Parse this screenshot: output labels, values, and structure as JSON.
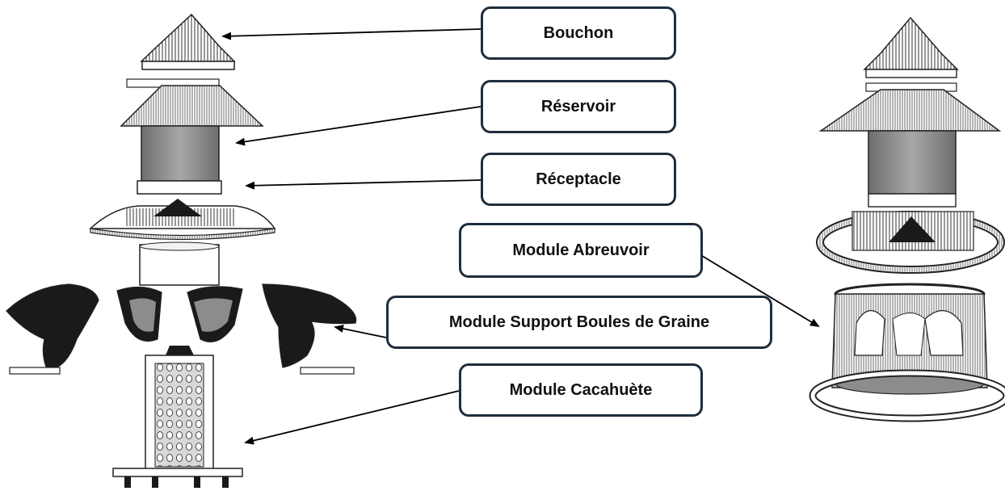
{
  "labels": {
    "bouchon": "Bouchon",
    "reservoir": "Réservoir",
    "receptacle": "Réceptacle",
    "module_abreuvoir": "Module Abreuvoir",
    "module_support": "Module Support Boules de Graine",
    "module_cacahuete": "Module Cacahuète"
  },
  "colors": {
    "box_border": "#1f2d3d",
    "line_art": "#222222",
    "fill_dark": "#1a1a1a",
    "fill_gray": "#8c8c8c"
  }
}
